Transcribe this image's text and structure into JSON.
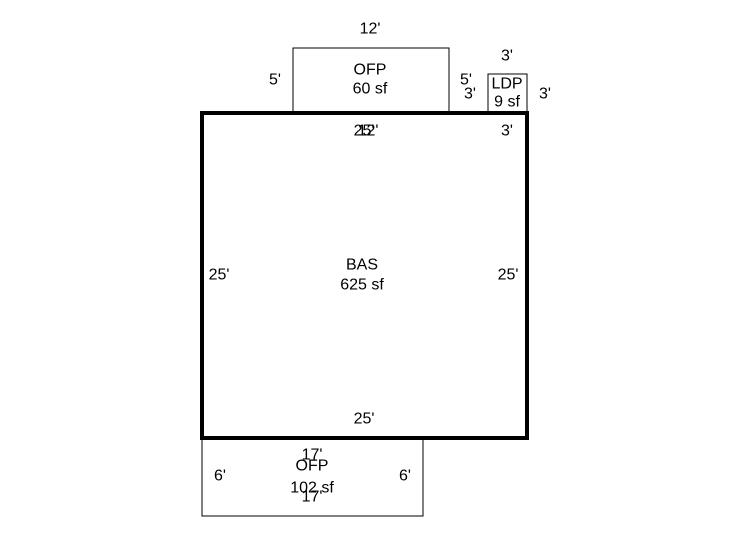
{
  "sketch": {
    "areas": {
      "bas": {
        "code": "BAS",
        "area": "625 sf"
      },
      "ofp_top": {
        "code": "OFP",
        "area": "60 sf"
      },
      "ldp": {
        "code": "LDP",
        "area": "9 sf"
      },
      "ofp_bottom": {
        "code": "OFP",
        "area": "102 sf"
      }
    },
    "dimensions": {
      "bas_top_a": "25'",
      "bas_top_b": "12'",
      "bas_left": "25'",
      "bas_right": "25'",
      "bas_bottom": "25'",
      "ofp_top_width": "12'",
      "ofp_top_left": "5'",
      "ofp_top_right": "5'",
      "ldp_top": "3'",
      "ldp_left": "3'",
      "ldp_right": "3'",
      "ldp_bottom": "3'",
      "ofp_bottom_top": "17'",
      "ofp_bottom_bottom": "17'",
      "ofp_bottom_left": "6'",
      "ofp_bottom_right": "6'"
    }
  }
}
